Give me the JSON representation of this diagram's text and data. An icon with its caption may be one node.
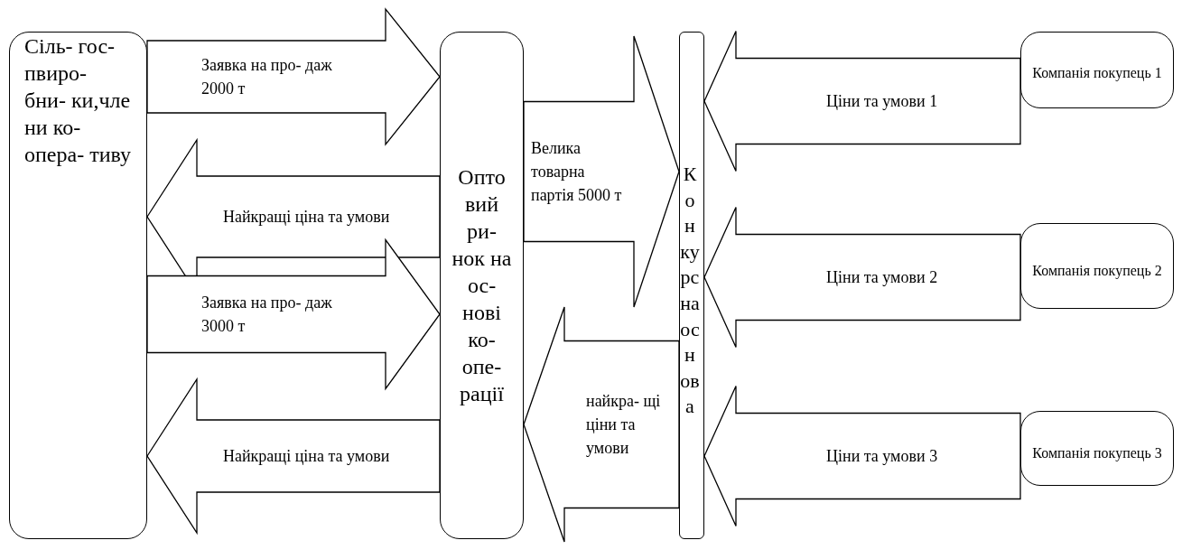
{
  "diagram": {
    "nodes": [
      {
        "text": [
          "Сіль- гос- пвиро- бни- ки,чле ни ко- опера- тиву"
        ]
      },
      {
        "text": [
          "Опто вий ри- нок на ос- нові ко- опе- рації"
        ]
      },
      {
        "text": [
          "Конкурсна основа"
        ]
      },
      {
        "text": [
          "Компанія покупець 1"
        ]
      },
      {
        "text": [
          "Компанія покупець 2"
        ]
      },
      {
        "text": [
          "Компанія покупець 3"
        ]
      }
    ],
    "edges": [
      {
        "from": 0,
        "to": 1,
        "arrow": "to",
        "label": "Заявка на про- даж 2000 т"
      },
      {
        "from": 1,
        "to": 0,
        "arrow": "to",
        "label": "Найкращі ціна та умови"
      },
      {
        "from": 0,
        "to": 1,
        "arrow": "to",
        "label": "Заявка на про- даж 3000 т"
      },
      {
        "from": 1,
        "to": 0,
        "arrow": "to",
        "label": "Найкращі ціна та умови"
      },
      {
        "from": 1,
        "to": 2,
        "arrow": "to",
        "label": "Велика товарна партія 5000 т"
      },
      {
        "from": 2,
        "to": 1,
        "arrow": "to",
        "label": "найкра- щі ціни та умови"
      },
      {
        "from": 3,
        "to": 2,
        "arrow": "to",
        "label": "Ціни та умови 1"
      },
      {
        "from": 4,
        "to": 2,
        "arrow": "to",
        "label": "Ціни та умови 2"
      },
      {
        "from": 5,
        "to": 2,
        "arrow": "to",
        "label": "Ціни та умови 3"
      }
    ]
  }
}
